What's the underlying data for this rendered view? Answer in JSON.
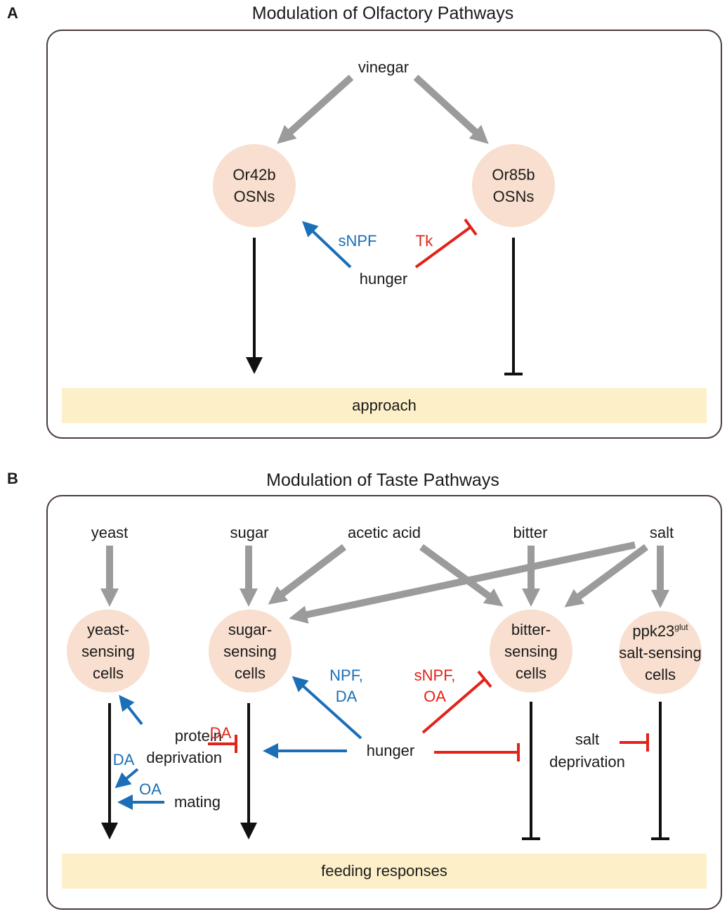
{
  "panel_a": {
    "letter": "A",
    "title": "Modulation of Olfactory Pathways",
    "stimulus": "vinegar",
    "node_left": "Or42b\nOSNs",
    "node_right": "Or85b\nOSNs",
    "modulator": "hunger",
    "label_left": "sNPF",
    "label_right": "Tk",
    "output": "approach"
  },
  "panel_b": {
    "letter": "B",
    "title": "Modulation of Taste Pathways",
    "stimuli": [
      "yeast",
      "sugar",
      "acetic acid",
      "bitter",
      "salt"
    ],
    "nodes": {
      "yeast": "yeast-\nsensing\ncells",
      "sugar": "sugar-\nsensing\ncells",
      "bitter": "bitter-\nsensing\ncells",
      "salt_main": "ppk23",
      "salt_sup": "glut",
      "salt_rest": "salt-sensing\ncells"
    },
    "modulator": "hunger",
    "label_npf_da": "NPF,\nDA",
    "label_snpf_oa": "sNPF,\nOA",
    "protein_deprivation": "protein\ndeprivation",
    "label_da_red": "DA",
    "label_da_blue": "DA",
    "label_oa": "OA",
    "mating": "mating",
    "salt_deprivation": "salt\ndeprivation",
    "output": "feeding responses"
  },
  "colors": {
    "gray_arrow": "#9b9b9b",
    "blue": "#1a6fb7",
    "red": "#e32219",
    "node_fill": "#f8dfcf",
    "band_fill": "#fdf0c9",
    "frame": "#4a3c39"
  }
}
